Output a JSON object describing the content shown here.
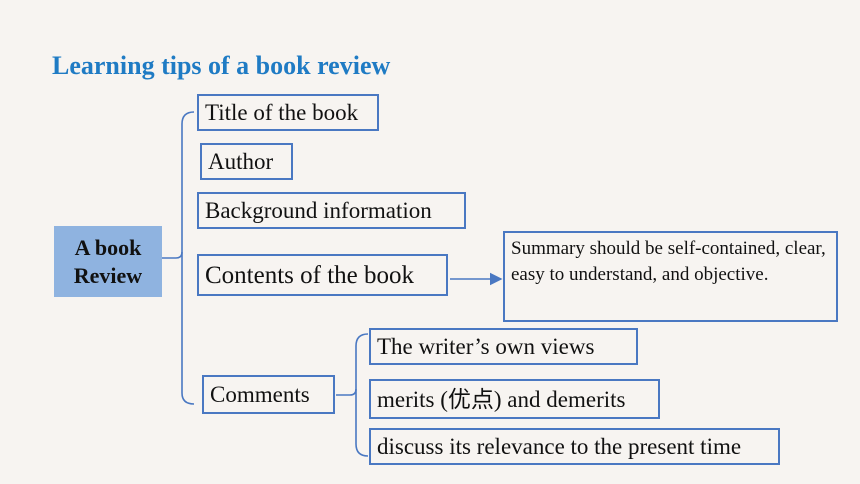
{
  "title": "Learning tips of a book review",
  "root": {
    "line1": "A book",
    "line2": "Review"
  },
  "branches": [
    "Title of the book",
    "Author",
    "Background information",
    "Contents of the book",
    "Comments"
  ],
  "summary": "Summary should be self-contained, clear, easy to understand, and objective.",
  "comments": [
    "The writer’s own views",
    "merits (优点) and demerits",
    "discuss its relevance to the present time"
  ],
  "colors": {
    "title": "#1f7bc4",
    "border": "#4a78c2",
    "root_fill": "#8fb3e0",
    "background": "#f7f4f1"
  }
}
